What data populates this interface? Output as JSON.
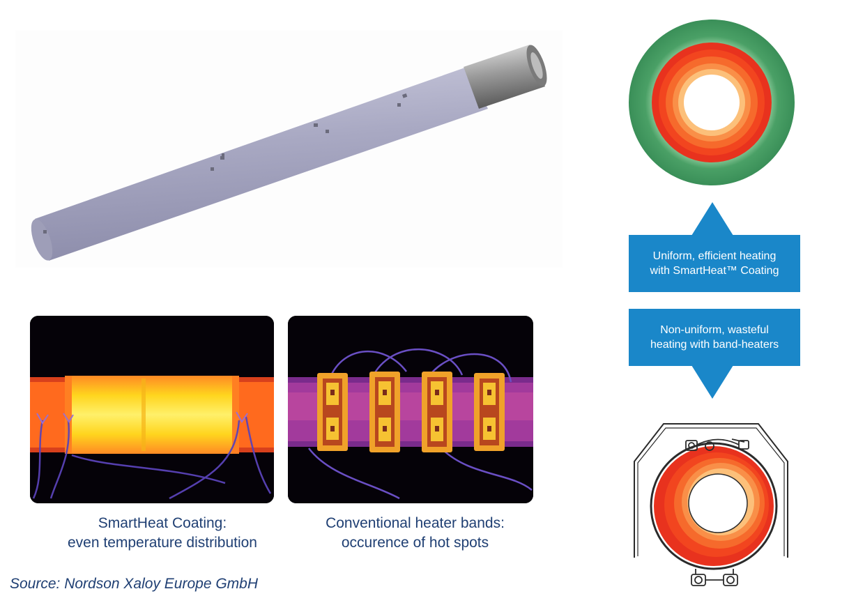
{
  "captions": {
    "smartheat": {
      "line1": "SmartHeat Coating:",
      "line2": "even temperature distribution"
    },
    "conventional": {
      "line1": "Conventional heater bands:",
      "line2": "occurence of hot spots"
    }
  },
  "labels": {
    "uniform": {
      "line1": "Uniform, efficient heating",
      "line2": "with SmartHeat™ Coating"
    },
    "non_uniform": {
      "line1": "Non-uniform, wasteful",
      "line2": "heating with band-heaters"
    }
  },
  "source": "Source: Nordson Xaloy Europe GmbH",
  "colors": {
    "accent_blue": "#1a87c9",
    "text_navy": "#1f3f73",
    "ring_green": "#3f9560",
    "hot_red": "#e8321e"
  },
  "icons": [
    "barrel-tube-image",
    "thermal-image-smartheat",
    "thermal-image-band-heaters",
    "cross-section-smartheat",
    "cross-section-band-heater",
    "arrow-up-icon",
    "arrow-down-icon"
  ]
}
